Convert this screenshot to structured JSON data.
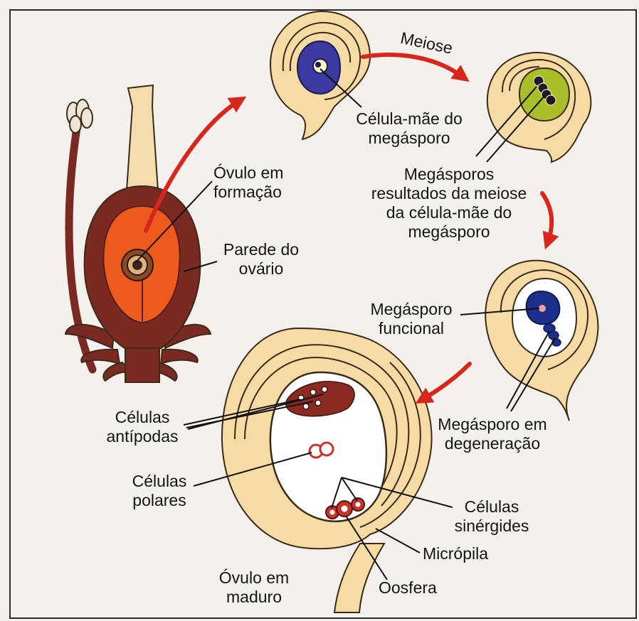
{
  "colors": {
    "background": "#f4f1ec",
    "frame": "#2a2a2a",
    "ovule_tissue": "#f6dba4",
    "ovule_outline": "#3a2a18",
    "ovary_wall": "#7a2a22",
    "ovary_wall_dark": "#5a1c16",
    "ovary_inner": "#ec5a1e",
    "style_tissue": "#f3dcae",
    "megaspore_mother_cell": "#3b3aa0",
    "megaspores_tissue": "#a9bf2a",
    "functional_megaspore": "#1d2f8c",
    "embryo_sac": "#ffffff",
    "antipodal_cells": "#8a2a20",
    "polar_nuclei": "#c8332a",
    "arrow": "#d9261c",
    "leader_line": "#111111"
  },
  "labels": {
    "meiose": "Meiose",
    "celula_mae_1": "Célula-mãe do",
    "celula_mae_2": "megásporo",
    "ovulo_formacao_1": "Óvulo em",
    "ovulo_formacao_2": "formação",
    "parede_ovario_1": "Parede do",
    "parede_ovario_2": "ovário",
    "megasporos_1": "Megásporos",
    "megasporos_2": "resultados da meiose",
    "megasporos_3": "da célula-mãe do",
    "megasporos_4": "megásporo",
    "megasporo_funcional_1": "Megásporo",
    "megasporo_funcional_2": "funcional",
    "megasporo_degeneracao_1": "Megásporo em",
    "megasporo_degeneracao_2": "degeneração",
    "antipodas_1": "Células",
    "antipodas_2": "antípodas",
    "polares_1": "Células",
    "polares_2": "polares",
    "sinergides_1": "Células",
    "sinergides_2": "sinérgides",
    "micropila": "Micrópila",
    "oosfera": "Oosfera",
    "ovulo_maduro_1": "Óvulo em",
    "ovulo_maduro_2": "maduro"
  }
}
